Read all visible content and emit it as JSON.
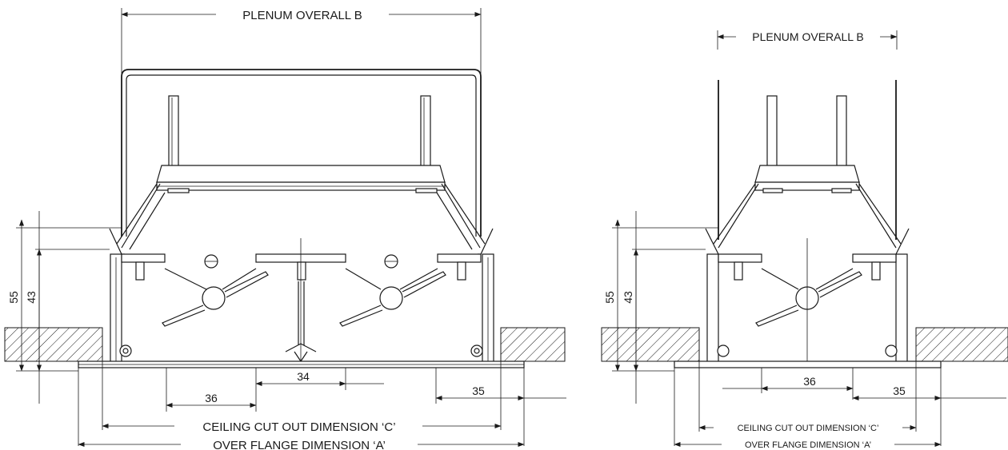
{
  "left_view": {
    "plenum_label": "PLENUM OVERALL B",
    "ceiling_label": "CEILING CUT OUT DIMENSION ‘C’",
    "flange_label": "OVER FLANGE DIMENSION ‘A’",
    "dim_55": "55",
    "dim_43": "43",
    "dim_34": "34",
    "dim_36": "36",
    "dim_35": "35"
  },
  "right_view": {
    "plenum_label": "PLENUM OVERALL B",
    "ceiling_label": "CEILING CUT OUT DIMENSION ‘C’",
    "flange_label": "OVER FLANGE DIMENSION ‘A’",
    "dim_55": "55",
    "dim_43": "43",
    "dim_36": "36",
    "dim_35": "35"
  }
}
